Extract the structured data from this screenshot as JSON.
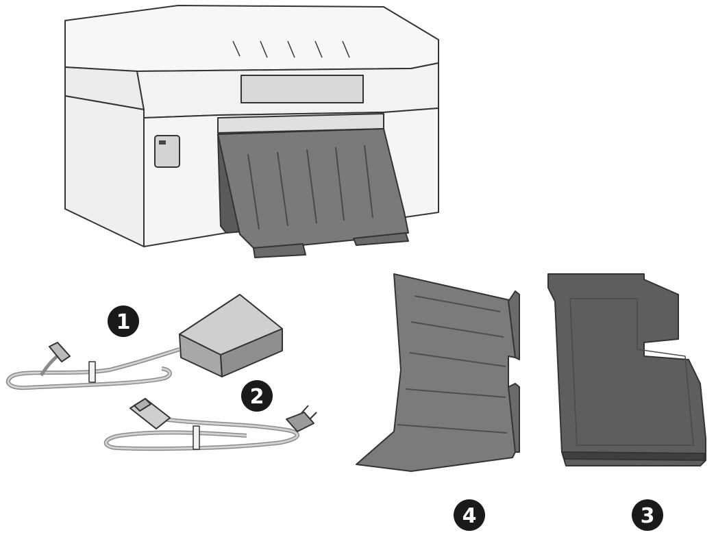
{
  "colors": {
    "outline": "#333333",
    "body_light": "#f4f4f4",
    "body_mid": "#e6e6e6",
    "panel_shade": "#d6d6d6",
    "dark_part": "#7a7a7a",
    "dark_part_edge": "#4a4a4a",
    "darker_part": "#5e5e5e",
    "adapter_top": "#cfcfcf",
    "adapter_side": "#9a9a9a",
    "cable": "#bdbdbd",
    "callout": "#1a1a1a"
  },
  "callouts": [
    {
      "id": "1",
      "label": "1",
      "part": "power-adapter-with-dc-cable"
    },
    {
      "id": "2",
      "label": "2",
      "part": "ac-power-cord"
    },
    {
      "id": "3",
      "label": "3",
      "part": "media-tray"
    },
    {
      "id": "4",
      "label": "4",
      "part": "output-tray"
    }
  ]
}
